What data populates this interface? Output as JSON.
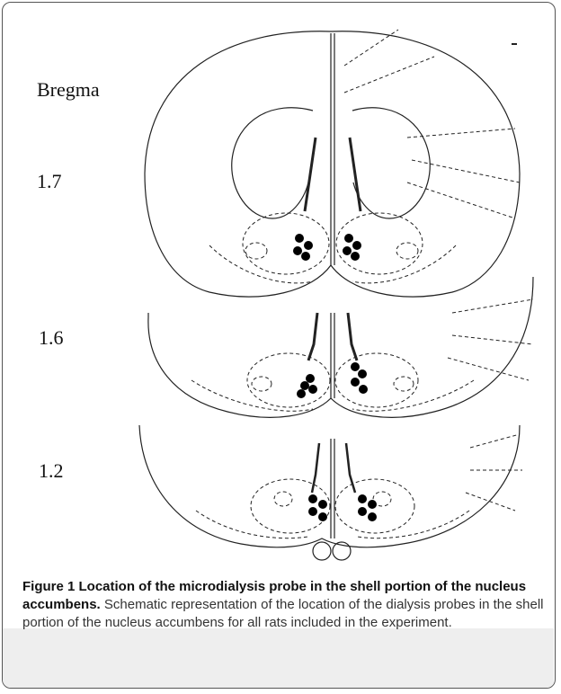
{
  "figure": {
    "bregma_label": "Bregma",
    "levels": [
      {
        "label": "1.7"
      },
      {
        "label": "1.6"
      },
      {
        "label": "1.2"
      }
    ]
  },
  "caption": {
    "title": "Figure 1 Location of the microdialysis probe in the shell portion of the nucleus accumbens.",
    "text": "Schematic representation of the location of the dialysis probes in the shell portion of the nucleus accumbens for all rats included in the experiment."
  }
}
